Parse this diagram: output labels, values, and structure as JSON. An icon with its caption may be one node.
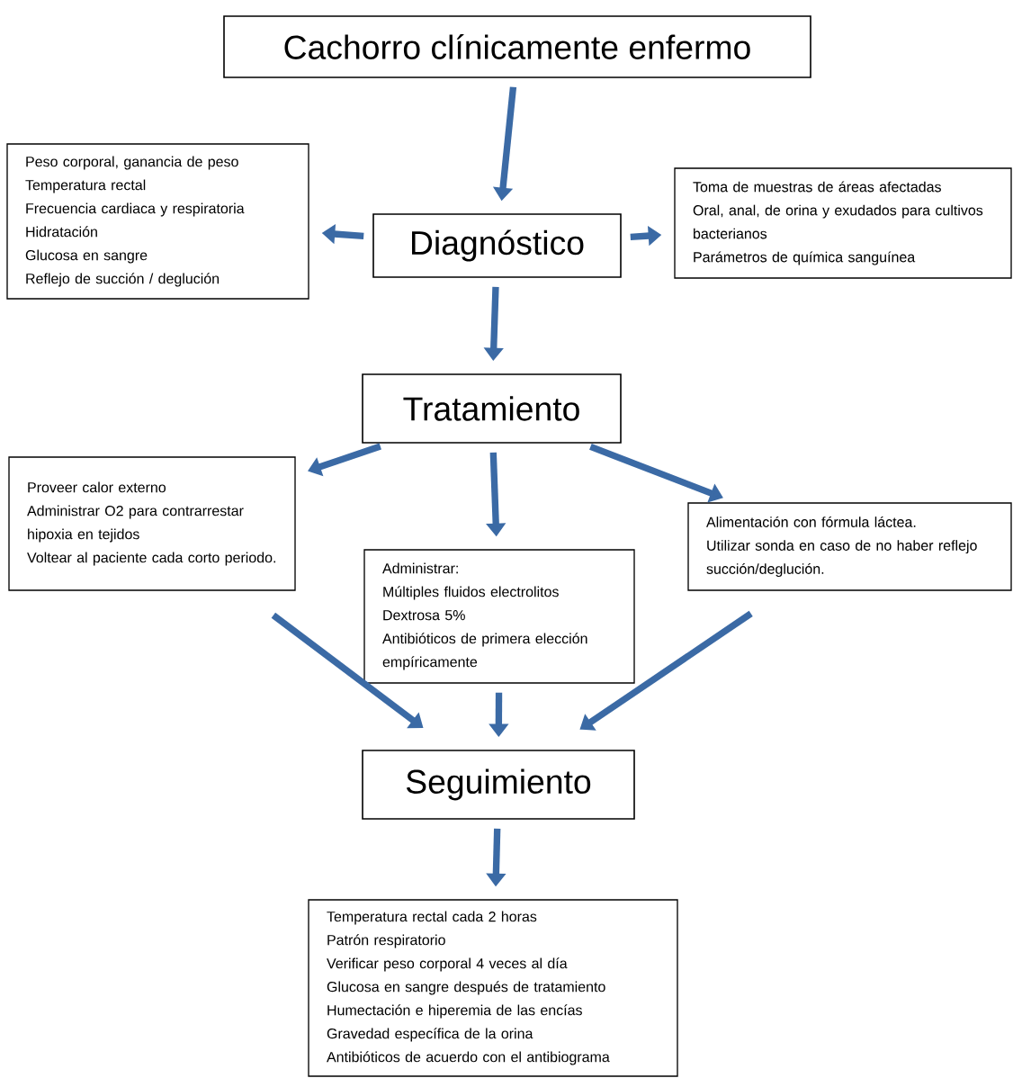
{
  "diagram": {
    "nodes": [
      {
        "text": [
          "Cachorro clínicamente enfermo"
        ]
      },
      {
        "text": [
          "Diagnóstico"
        ]
      },
      {
        "text": [
          "Peso corporal, ganancia de peso",
          "Temperatura rectal",
          "Frecuencia cardiaca y respiratoria",
          "Hidratación",
          "Glucosa en sangre",
          "Reflejo de succión / deglución"
        ]
      },
      {
        "text": [
          "Toma de muestras de áreas afectadas",
          "Oral, anal, de orina y exudados para cultivos bacterianos",
          "Parámetros de química sanguínea"
        ]
      },
      {
        "text": [
          "Tratamiento"
        ]
      },
      {
        "text": [
          "Proveer calor externo",
          "Administrar O2 para contrarrestar hipoxia en tejidos",
          "Voltear al paciente cada corto periodo."
        ]
      },
      {
        "text": [
          "Administrar:",
          "Múltiples fluidos electrolitos",
          "Dextrosa 5%",
          "Antibióticos de primera elección empíricamente"
        ]
      },
      {
        "text": [
          "Alimentación con fórmula láctea.",
          "Utilizar sonda en caso de no haber reflejo succión/deglución."
        ]
      },
      {
        "text": [
          "Seguimiento"
        ]
      },
      {
        "text": [
          "Temperatura rectal cada 2 horas",
          "Patrón respiratorio",
          "Verificar peso corporal 4 veces al día",
          "Glucosa en sangre después de tratamiento",
          "Humectación e hiperemia de las encías",
          "Gravedad específica de la orina",
          "Antibióticos de acuerdo con el antibiograma"
        ]
      }
    ],
    "edges": [
      {
        "from": 0,
        "to": 1,
        "arrow": "to"
      },
      {
        "from": 1,
        "to": 2,
        "arrow": "to"
      },
      {
        "from": 1,
        "to": 3,
        "arrow": "to"
      },
      {
        "from": 1,
        "to": 4,
        "arrow": "to"
      },
      {
        "from": 4,
        "to": 5,
        "arrow": "to"
      },
      {
        "from": 4,
        "to": 6,
        "arrow": "to"
      },
      {
        "from": 4,
        "to": 7,
        "arrow": "to"
      },
      {
        "from": 5,
        "to": 8,
        "arrow": "to"
      },
      {
        "from": 6,
        "to": 8,
        "arrow": "to"
      },
      {
        "from": 7,
        "to": 8,
        "arrow": "to"
      },
      {
        "from": 8,
        "to": 9,
        "arrow": "to"
      }
    ]
  }
}
